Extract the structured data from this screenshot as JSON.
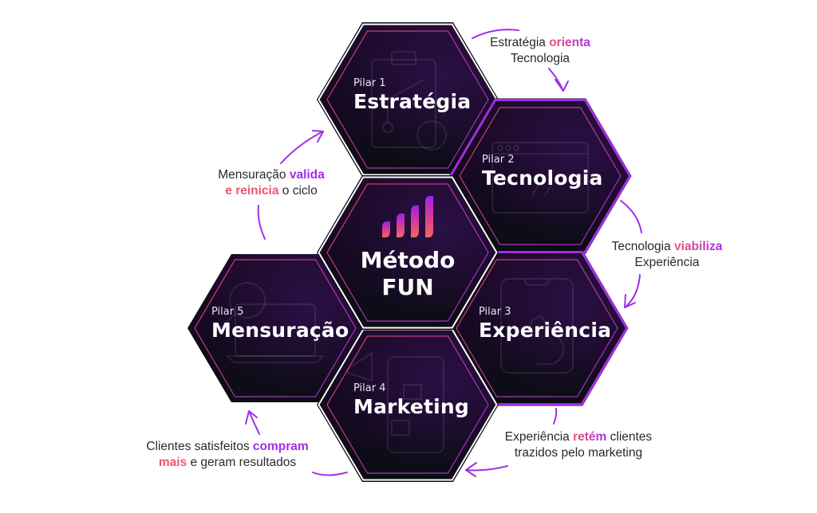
{
  "diagram": {
    "center": {
      "title_line1": "Método",
      "title_line2": "FUN",
      "logo_icon": "bar-wave-logo-icon"
    },
    "pillars": [
      {
        "id": "estrategia",
        "pilar": "Pilar 1",
        "title": "Estratégia",
        "icon": "clipboard-strategy-icon",
        "border": "white"
      },
      {
        "id": "tecnologia",
        "pilar": "Pilar 2",
        "title": "Tecnologia",
        "icon": "browser-code-icon",
        "border": "purple"
      },
      {
        "id": "experiencia",
        "pilar": "Pilar 3",
        "title": "Experiência",
        "icon": "smartphone-touch-icon",
        "border": "purple"
      },
      {
        "id": "marketing",
        "pilar": "Pilar 4",
        "title": "Marketing",
        "icon": "megaphone-phone-icon",
        "border": "white"
      },
      {
        "id": "mensuracao",
        "pilar": "Pilar 5",
        "title": "Mensuração",
        "icon": "laptop-magnifier-icon",
        "border": "none"
      }
    ],
    "captions": [
      {
        "id": "estrategia-tecnologia",
        "parts": [
          {
            "text": "Estratégia ",
            "style": "plain"
          },
          {
            "text": "orienta",
            "style": "gradient"
          },
          {
            "text": "\nTecnologia",
            "style": "plain"
          }
        ]
      },
      {
        "id": "tecnologia-experiencia",
        "parts": [
          {
            "text": "Tecnologia ",
            "style": "plain"
          },
          {
            "text": "viabiliza",
            "style": "gradient"
          },
          {
            "text": "\nExperiência",
            "style": "plain"
          }
        ]
      },
      {
        "id": "experiencia-marketing",
        "parts": [
          {
            "text": "Experiência ",
            "style": "plain"
          },
          {
            "text": "retém",
            "style": "gradient"
          },
          {
            "text": " clientes\ntrazidos pelo marketing",
            "style": "plain"
          }
        ]
      },
      {
        "id": "marketing-mensuracao",
        "parts": [
          {
            "text": "Clientes satisfeitos ",
            "style": "plain"
          },
          {
            "text": "compram",
            "style": "purple"
          },
          {
            "text": "\n",
            "style": "plain"
          },
          {
            "text": "mais",
            "style": "pink"
          },
          {
            "text": " e geram resultados",
            "style": "plain"
          }
        ]
      },
      {
        "id": "mensuracao-estrategia",
        "parts": [
          {
            "text": "Mensuração ",
            "style": "plain"
          },
          {
            "text": "valida",
            "style": "purple"
          },
          {
            "text": "\n",
            "style": "plain"
          },
          {
            "text": "e reinicia",
            "style": "pink"
          },
          {
            "text": " o ciclo",
            "style": "plain"
          }
        ]
      }
    ],
    "colors": {
      "hex_fill_top": "#1a0a26",
      "hex_fill_bottom": "#0a0d14",
      "accent_purple": "#a42ce6",
      "accent_pink": "#f0566e",
      "inner_border": "#c4415f",
      "arrow": "#a030e8",
      "caption_text": "#2a2a2a"
    }
  }
}
